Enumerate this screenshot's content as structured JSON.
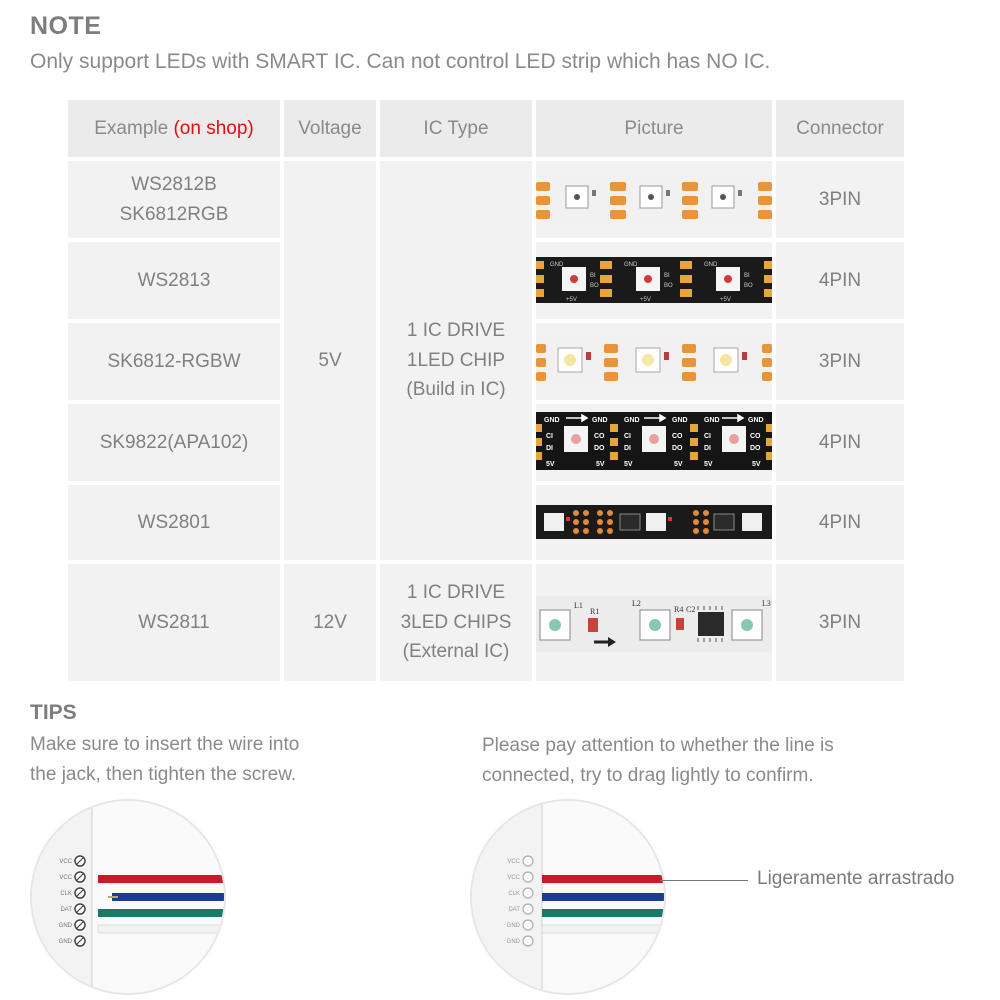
{
  "note": {
    "title": "NOTE",
    "text": "Only support LEDs with SMART IC. Can not control LED strip which has NO IC."
  },
  "table": {
    "headers": {
      "example": "Example",
      "example_highlight": "(on shop)",
      "voltage": "Voltage",
      "ic_type": "IC Type",
      "picture": "Picture",
      "connector": "Connector"
    },
    "rows": [
      {
        "example_line1": "WS2812B",
        "example_line2": "SK6812RGB",
        "connector": "3PIN"
      },
      {
        "example_line1": "WS2813",
        "example_line2": "",
        "connector": "4PIN"
      },
      {
        "example_line1": "SK6812-RGBW",
        "example_line2": "",
        "connector": "3PIN"
      },
      {
        "example_line1": "SK9822(APA102)",
        "example_line2": "",
        "connector": "4PIN"
      },
      {
        "example_line1": "WS2801",
        "example_line2": "",
        "connector": "4PIN"
      },
      {
        "example_line1": "WS2811",
        "example_line2": "",
        "connector": "3PIN"
      }
    ],
    "voltage_5v": "5V",
    "voltage_12v": "12V",
    "ic_group_1": {
      "line1": "1 IC DRIVE",
      "line2": "1LED CHIP",
      "line3": "(Build in IC)"
    },
    "ic_group_2": {
      "line1": "1 IC DRIVE",
      "line2": "3LED CHIPS",
      "line3": "(External IC)"
    }
  },
  "strip_labels": {
    "gnd": "GND",
    "five_v": "5V",
    "ci": "CI",
    "co": "CO",
    "di": "DI",
    "do": "DO",
    "bi": "BI",
    "bo": "BO",
    "plus5v": "+5V",
    "l1": "L1",
    "l2": "L2",
    "l3": "L3",
    "r1": "R1",
    "r4": "R4",
    "c2": "C2"
  },
  "tips": {
    "title": "TIPS",
    "left_line1": "Make sure to insert the wire into",
    "left_line2": "the jack, then tighten the screw.",
    "right_line1": "Please pay attention to whether the line is",
    "right_line2": "connected, try to drag lightly to confirm.",
    "annotation": "Ligeramente arrastrado",
    "pins": [
      "VCC",
      "VCC",
      "CLK",
      "DAT",
      "GND",
      "GND"
    ]
  },
  "colors": {
    "table_cell": "#f2f2f2",
    "header_cell": "#ebebeb",
    "highlight_red": "#e01010",
    "pad_orange": "#e8943a",
    "wire_red": "#c8182a",
    "wire_blue": "#1c3c8c",
    "wire_green": "#1a7a6a"
  }
}
